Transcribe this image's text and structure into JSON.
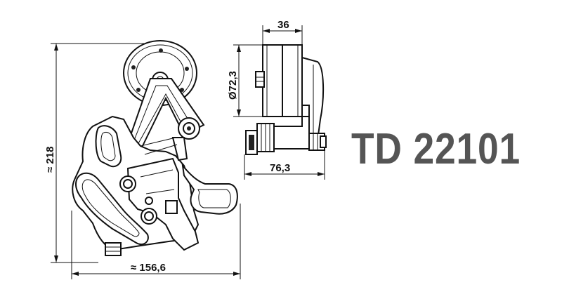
{
  "part_number": "TD 22101",
  "dimensions": {
    "height": "≈ 218",
    "width": "≈ 156,6",
    "pulley_width": "36",
    "pulley_diameter": "Ø72,3",
    "side_depth": "76,3"
  },
  "colors": {
    "line": "#111111",
    "part_number": "#555555",
    "background": "#ffffff"
  }
}
